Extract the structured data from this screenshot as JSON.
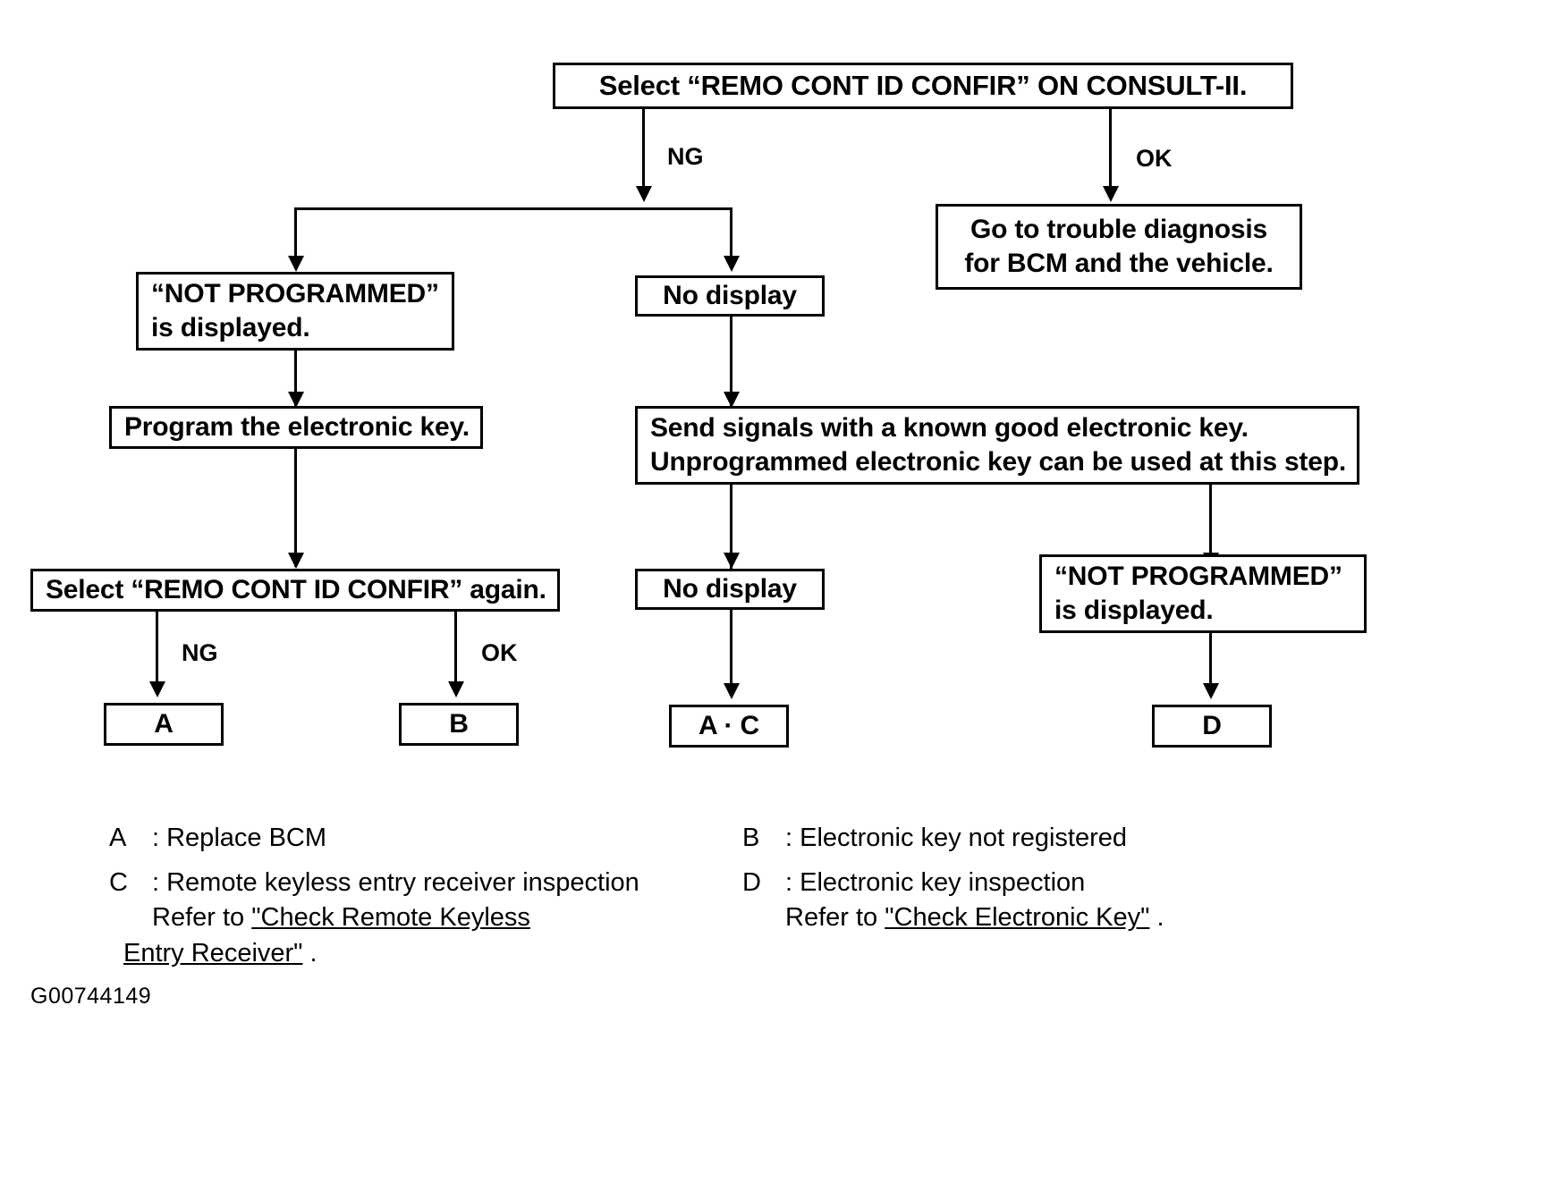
{
  "figure": {
    "code": "G00744149"
  },
  "nodes": {
    "start": {
      "lines": [
        "Select “REMO CONT ID CONFIR” ON CONSULT-II."
      ]
    },
    "trouble_diagnosis": {
      "lines": [
        "Go to trouble diagnosis",
        "for BCM and the vehicle."
      ]
    },
    "not_programmed_1": {
      "lines": [
        "“NOT PROGRAMMED”",
        "is displayed."
      ]
    },
    "no_display_1": {
      "lines": [
        "No display"
      ]
    },
    "program_key": {
      "lines": [
        "Program the electronic key."
      ]
    },
    "send_signals": {
      "lines": [
        "Send signals with a known good electronic key.",
        "Unprogrammed electronic key can be used at this step."
      ]
    },
    "select_again": {
      "lines": [
        "Select “REMO CONT ID CONFIR” again."
      ]
    },
    "no_display_2": {
      "lines": [
        "No display"
      ]
    },
    "not_programmed_2": {
      "lines": [
        "“NOT PROGRAMMED”",
        "is displayed."
      ]
    },
    "result_a": {
      "lines": [
        "A"
      ]
    },
    "result_b": {
      "lines": [
        "B"
      ]
    },
    "result_ac": {
      "lines": [
        "A · C"
      ]
    },
    "result_d": {
      "lines": [
        "D"
      ]
    }
  },
  "edges": {
    "start_ng": "NG",
    "start_ok": "OK",
    "again_ng": "NG",
    "again_ok": "OK"
  },
  "legend": [
    {
      "key": "A",
      "text": ": Replace BCM",
      "sub": []
    },
    {
      "key": "B",
      "text": ": Electronic key not registered",
      "sub": []
    },
    {
      "key": "C",
      "text": ": Remote keyless entry receiver inspection",
      "sub": [
        "Refer to ",
        "\"Check Remote Keyless ",
        "Entry Receiver\"",
        " ."
      ],
      "link": "\"Check Remote Keyless Entry Receiver\""
    },
    {
      "key": "D",
      "text": ": Electronic key inspection",
      "sub": [
        "Refer to ",
        "\"Check Electronic Key\"",
        " ."
      ],
      "link": "\"Check Electronic Key\""
    }
  ]
}
